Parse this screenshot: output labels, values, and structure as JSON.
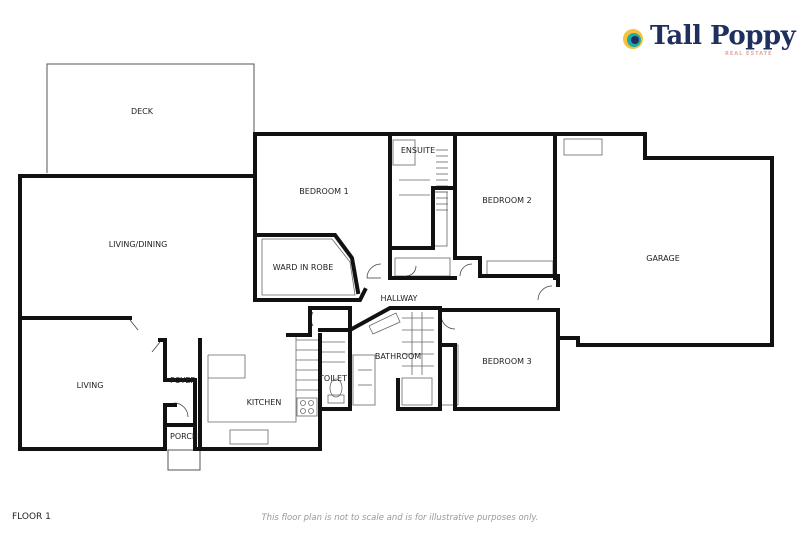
{
  "brand": {
    "name": "Tall Poppy",
    "tagline": "REAL ESTATE",
    "colors": {
      "navy": "#1f2f5e",
      "yellow": "#f5c23e",
      "teal": "#1fa8a6",
      "pink": "#e8a6a6"
    }
  },
  "rooms": {
    "deck": "DECK",
    "living_dining": "LIVING/DINING",
    "bedroom1": "BEDROOM 1",
    "ward_in_robe": "WARD IN ROBE",
    "ensuite": "ENSUITE",
    "bedroom2": "BEDROOM 2",
    "garage": "GARAGE",
    "hallway": "HALLWAY",
    "living": "LIVING",
    "foyer": "FOYER",
    "kitchen": "KITCHEN",
    "toilet": "TOILET",
    "bathroom": "BATHROOM",
    "bedroom3": "BEDROOM 3",
    "porch": "PORCH"
  },
  "footer": {
    "floor_label": "FLOOR 1",
    "disclaimer": "This floor plan is not to scale and is for illustrative purposes only."
  }
}
